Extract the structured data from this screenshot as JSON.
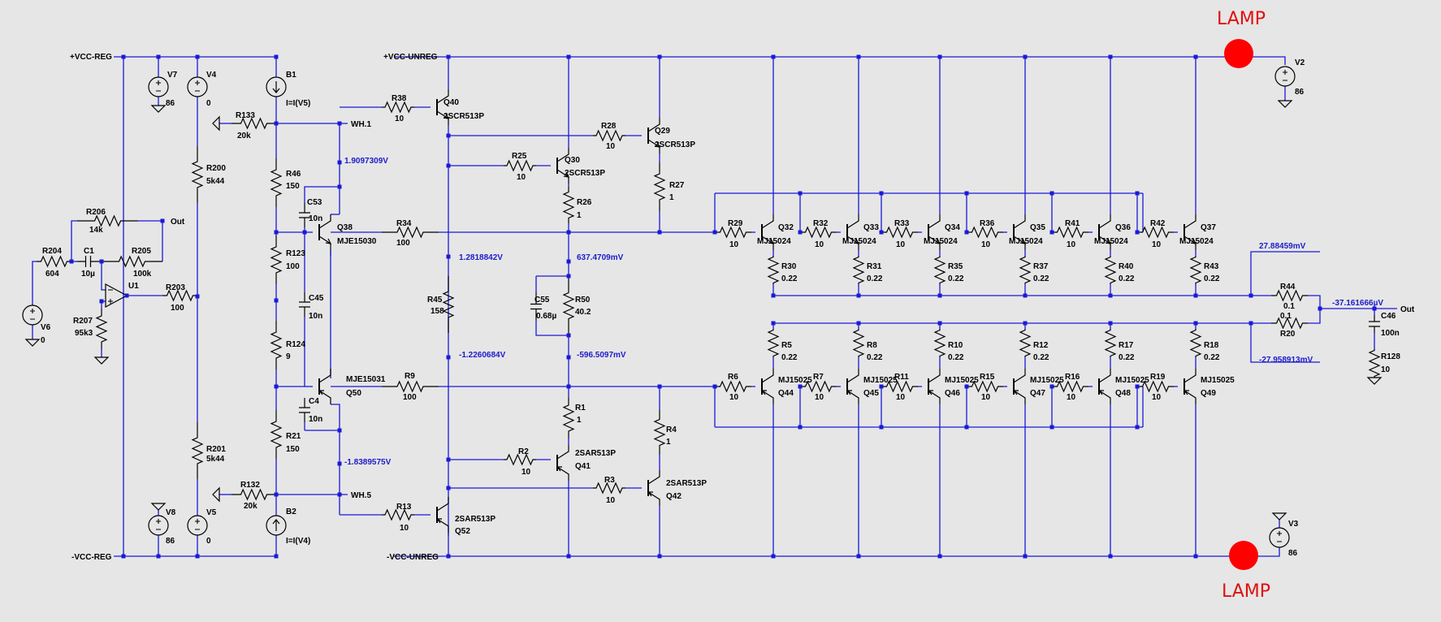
{
  "title": "",
  "colors": {
    "background": "#e6e6e6",
    "wire": "#1a1ad9",
    "component": "#000000",
    "measurement": "#1c1ccc",
    "lamp": "#ff0000"
  },
  "lamps": {
    "top_label": "LAMP",
    "bottom_label": "LAMP"
  },
  "nets": {
    "vcc_reg_pos": "+VCC-REG",
    "vcc_reg_neg": "-VCC-REG",
    "vcc_unreg_pos": "+VCC-UNREG",
    "vcc_unreg_neg": "-VCC-UNREG",
    "wh1": "WH.1",
    "wh5": "WH.5",
    "out_opamp": "Out",
    "out_main": "Out"
  },
  "measurements": {
    "m1": "1.9097309V",
    "m2": "1.2818842V",
    "m3": "637.4709mV",
    "m4": "-1.2260684V",
    "m5": "-596.5097mV",
    "m6": "-1.8389575V",
    "m7": "27.88459mV",
    "m8": "-37.161666µV",
    "m9": "-27.958913mV"
  },
  "components": {
    "V7": {
      "name": "V7",
      "value": "86"
    },
    "V4": {
      "name": "V4",
      "value": "0"
    },
    "V8": {
      "name": "V8",
      "value": "86"
    },
    "V5": {
      "name": "V5",
      "value": "0"
    },
    "V6": {
      "name": "V6",
      "value": "0"
    },
    "V2": {
      "name": "V2",
      "value": "86"
    },
    "V3": {
      "name": "V3",
      "value": "86"
    },
    "B1": {
      "name": "B1",
      "value": "I=I(V5)"
    },
    "B2": {
      "name": "B2",
      "value": "I=I(V4)"
    },
    "U1": {
      "name": "U1"
    },
    "R133": {
      "name": "R133",
      "value": "20k"
    },
    "R132": {
      "name": "R132",
      "value": "20k"
    },
    "R200": {
      "name": "R200",
      "value": "5k44"
    },
    "R201": {
      "name": "R201",
      "value": "5k44"
    },
    "R206": {
      "name": "R206",
      "value": "14k"
    },
    "R204": {
      "name": "R204",
      "value": "604"
    },
    "C1": {
      "name": "C1",
      "value": "10µ"
    },
    "R205": {
      "name": "R205",
      "value": "100k"
    },
    "R203": {
      "name": "R203",
      "value": "100"
    },
    "R207": {
      "name": "R207",
      "value": "95k3"
    },
    "R46": {
      "name": "R46",
      "value": "150"
    },
    "R123": {
      "name": "R123",
      "value": "100"
    },
    "R124": {
      "name": "R124",
      "value": "9"
    },
    "R21": {
      "name": "R21",
      "value": "150"
    },
    "C53": {
      "name": "C53",
      "value": "10n"
    },
    "C45": {
      "name": "C45",
      "value": "10n"
    },
    "C4": {
      "name": "C4",
      "value": "10n"
    },
    "R38": {
      "name": "R38",
      "value": "10"
    },
    "R34": {
      "name": "R34",
      "value": "100"
    },
    "R9": {
      "name": "R9",
      "value": "100"
    },
    "R13": {
      "name": "R13",
      "value": "10"
    },
    "R45": {
      "name": "R45",
      "value": "158"
    },
    "R28": {
      "name": "R28",
      "value": "10"
    },
    "R25": {
      "name": "R25",
      "value": "10"
    },
    "R26": {
      "name": "R26",
      "value": "1"
    },
    "R27": {
      "name": "R27",
      "value": "1"
    },
    "C55": {
      "name": "C55",
      "value": "0.68µ"
    },
    "R50": {
      "name": "R50",
      "value": "40.2"
    },
    "R1": {
      "name": "R1",
      "value": "1"
    },
    "R2": {
      "name": "R2",
      "value": "10"
    },
    "R3": {
      "name": "R3",
      "value": "10"
    },
    "R4": {
      "name": "R4",
      "value": "1"
    },
    "R44": {
      "name": "R44",
      "value": "0.1"
    },
    "R20": {
      "name": "R20",
      "value": "0.1"
    },
    "C46": {
      "name": "C46",
      "value": "100n"
    },
    "R128": {
      "name": "R128",
      "value": "10"
    },
    "Q40": {
      "name": "Q40",
      "model": "2SCR513P"
    },
    "Q29": {
      "name": "Q29",
      "model": "2SCR513P"
    },
    "Q30": {
      "name": "Q30",
      "model": "2SCR513P"
    },
    "Q38": {
      "name": "Q38",
      "model": "MJE15030"
    },
    "Q50": {
      "name": "Q50",
      "model": "MJE15031"
    },
    "Q41": {
      "name": "Q41",
      "model": "2SAR513P"
    },
    "Q42": {
      "name": "Q42",
      "model": "2SAR513P"
    },
    "Q52": {
      "name": "Q52",
      "model": "2SAR513P"
    }
  },
  "output_top": [
    {
      "q": "Q32",
      "model": "MJ15024",
      "rb": "R29",
      "rb_val": "10",
      "re": "R30",
      "re_val": "0.22"
    },
    {
      "q": "Q33",
      "model": "MJ15024",
      "rb": "R32",
      "rb_val": "10",
      "re": "R31",
      "re_val": "0.22"
    },
    {
      "q": "Q34",
      "model": "MJ15024",
      "rb": "R33",
      "rb_val": "10",
      "re": "R35",
      "re_val": "0.22"
    },
    {
      "q": "Q35",
      "model": "MJ15024",
      "rb": "R36",
      "rb_val": "10",
      "re": "R37",
      "re_val": "0.22"
    },
    {
      "q": "Q36",
      "model": "MJ15024",
      "rb": "R41",
      "rb_val": "10",
      "re": "R40",
      "re_val": "0.22"
    },
    {
      "q": "Q37",
      "model": "MJ15024",
      "rb": "R42",
      "rb_val": "10",
      "re": "R43",
      "re_val": "0.22"
    }
  ],
  "output_bottom": [
    {
      "q": "Q44",
      "model": "MJ15025",
      "rb": "R6",
      "rb_val": "10",
      "re": "R5",
      "re_val": "0.22"
    },
    {
      "q": "Q45",
      "model": "MJ15025",
      "rb": "R7",
      "rb_val": "10",
      "re": "R8",
      "re_val": "0.22"
    },
    {
      "q": "Q46",
      "model": "MJ15025",
      "rb": "R11",
      "rb_val": "10",
      "re": "R10",
      "re_val": "0.22"
    },
    {
      "q": "Q47",
      "model": "MJ15025",
      "rb": "R15",
      "rb_val": "10",
      "re": "R12",
      "re_val": "0.22"
    },
    {
      "q": "Q48",
      "model": "MJ15025",
      "rb": "R16",
      "rb_val": "10",
      "re": "R17",
      "re_val": "0.22"
    },
    {
      "q": "Q49",
      "model": "MJ15025",
      "rb": "R19",
      "rb_val": "10",
      "re": "R18",
      "re_val": "0.22"
    }
  ]
}
